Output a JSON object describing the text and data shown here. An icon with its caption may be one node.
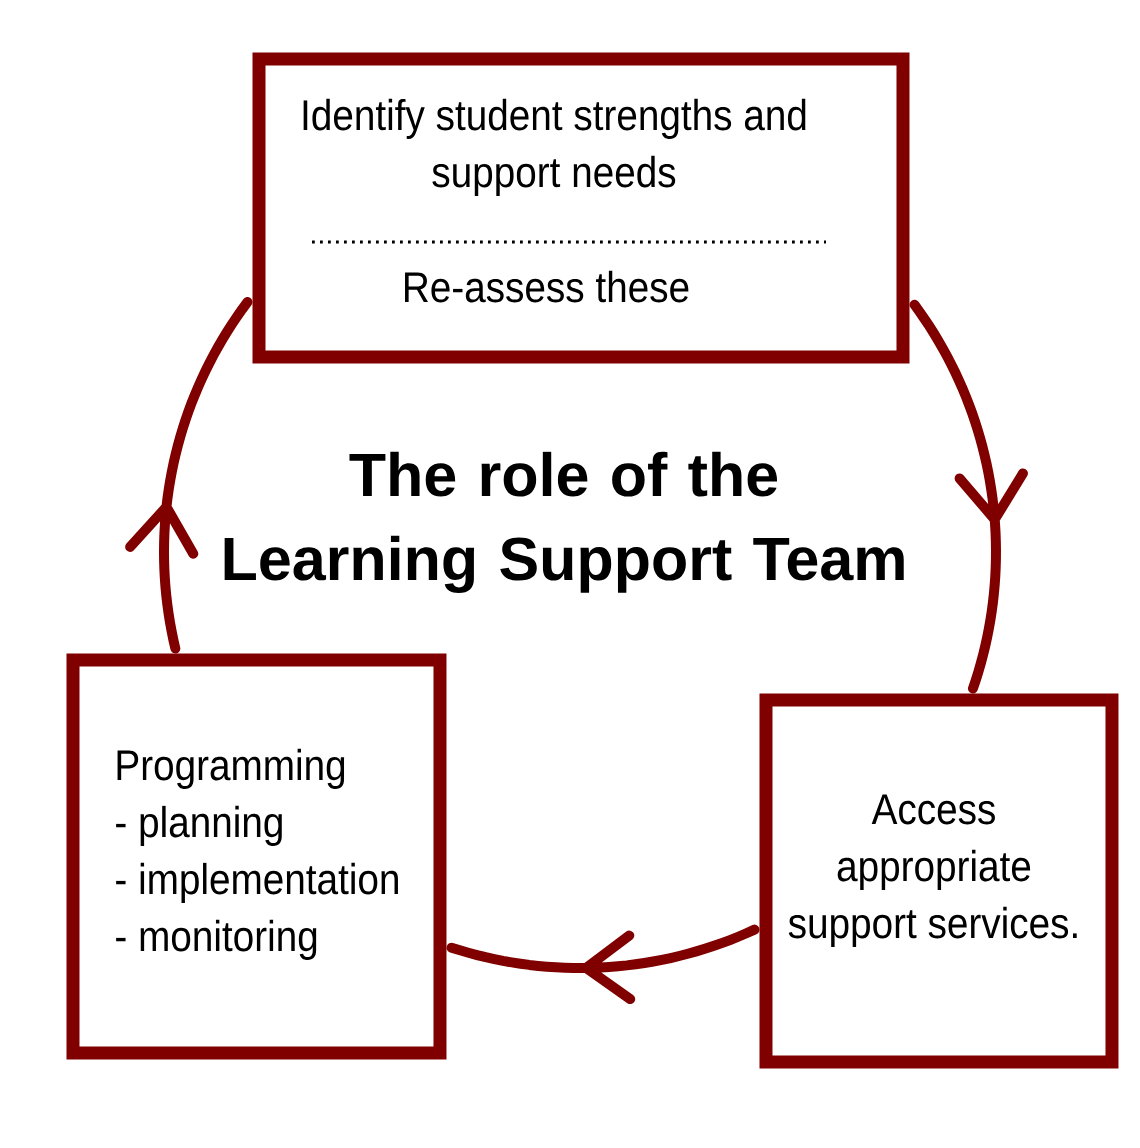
{
  "diagram": {
    "title": "The role of the Learning Support Team",
    "nodes": [
      {
        "text": [
          "Identify student strengths and support needs",
          "Re-assess these"
        ]
      },
      {
        "text": [
          "Programming",
          "- planning",
          "- implementation",
          "- monitoring"
        ]
      },
      {
        "text": [
          "Access appropriate support services."
        ]
      }
    ],
    "edges": [
      {
        "from": 0,
        "to": 2,
        "arrow": "to"
      },
      {
        "from": 2,
        "to": 1,
        "arrow": "to"
      },
      {
        "from": 1,
        "to": 0,
        "arrow": "to"
      }
    ]
  }
}
